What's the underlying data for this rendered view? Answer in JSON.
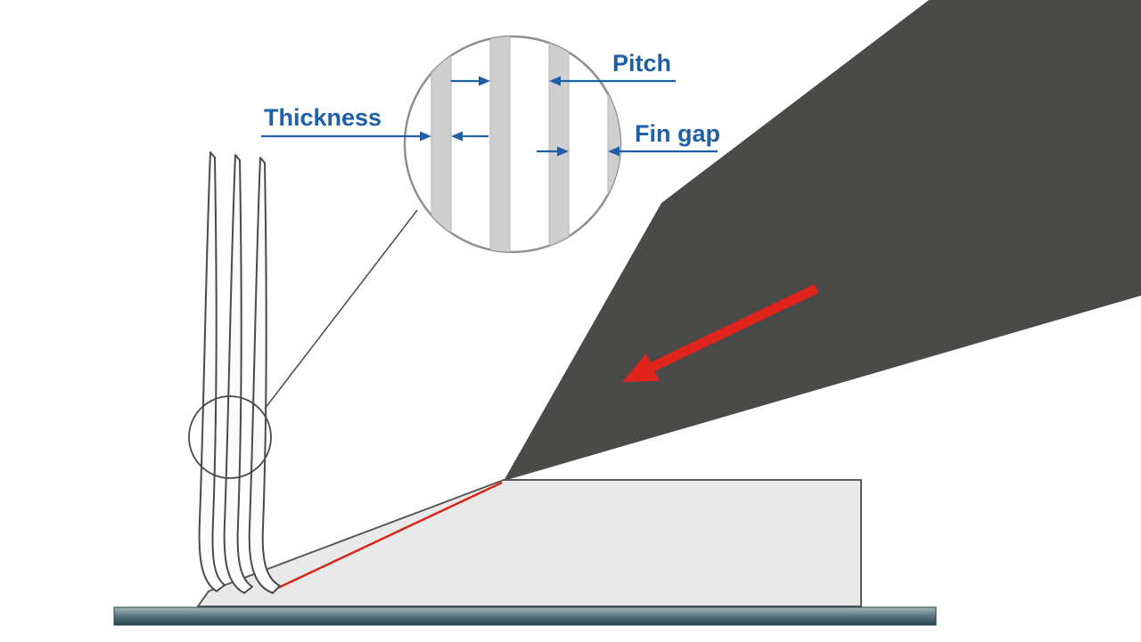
{
  "colors": {
    "label_blue": "#1f5fa8",
    "arrow_red": "#e0231d",
    "cut_line_red": "#d9261c",
    "blade_dark": "#4a4a48",
    "block_gray": "#e9e9e9",
    "fin_fill": "#fbfbfb",
    "outline_gray": "#4a4a4a",
    "stripe_gray": "#cfcfcf",
    "stripe_edge": "#b5b5b5",
    "detail_circle_outline": "#8f8f8f",
    "baseplate_top": "#a7b8bd",
    "baseplate_bottom": "#24424c"
  },
  "detail_view": {
    "pitch_label": "Pitch",
    "thickness_label": "Thickness",
    "fin_gap_label": "Fin gap"
  }
}
